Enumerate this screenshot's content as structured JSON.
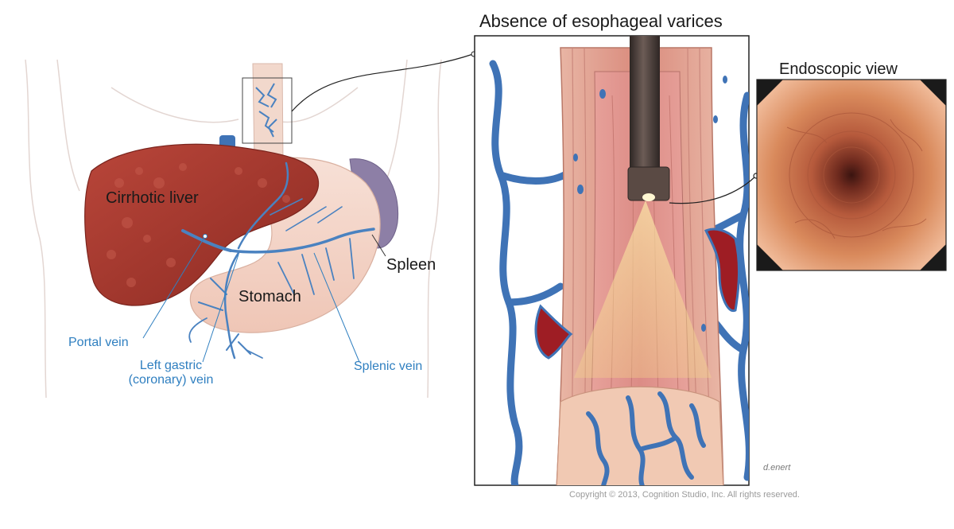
{
  "labels": {
    "title": "Absence of esophageal varices",
    "endoscopic_view": "Endoscopic view",
    "cirrhotic_liver": "Cirrhotic liver",
    "stomach": "Stomach",
    "spleen": "Spleen",
    "portal_vein": "Portal vein",
    "left_gastric_line1": "Left gastric",
    "left_gastric_line2": "(coronary) vein",
    "splenic_vein": "Splenic vein",
    "copyright": "Copyright © 2013, Cognition Studio, Inc. All rights reserved.",
    "signature": "d.enert"
  },
  "colors": {
    "vein_blue": "#4a82c0",
    "label_blue": "#2f7fc0",
    "liver_red": "#a8342a",
    "stomach_pink": "#f3d2c4",
    "spleen_purple": "#8d7fa6",
    "gallbladder_green": "#a8c47a",
    "esophagus_muscle": "#e2a595",
    "mucosa_pink": "#dc8c86",
    "endoscope_dark": "#4a3e3a",
    "light_cone": "#f6d98a"
  }
}
